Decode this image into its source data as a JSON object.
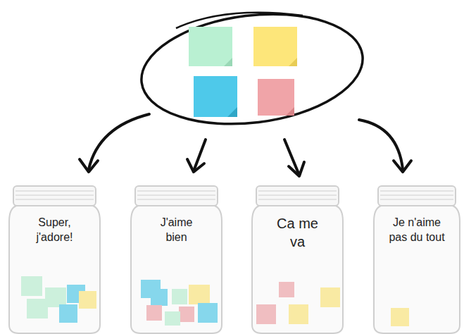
{
  "diagram": {
    "nodes": [
      {
        "text": [
          "Super, j'adore!"
        ]
      },
      {
        "text": [
          "J'aime bien"
        ]
      },
      {
        "text": [
          "Ca me va"
        ]
      },
      {
        "text": [
          "Je n'aime pas du tout"
        ]
      }
    ]
  }
}
